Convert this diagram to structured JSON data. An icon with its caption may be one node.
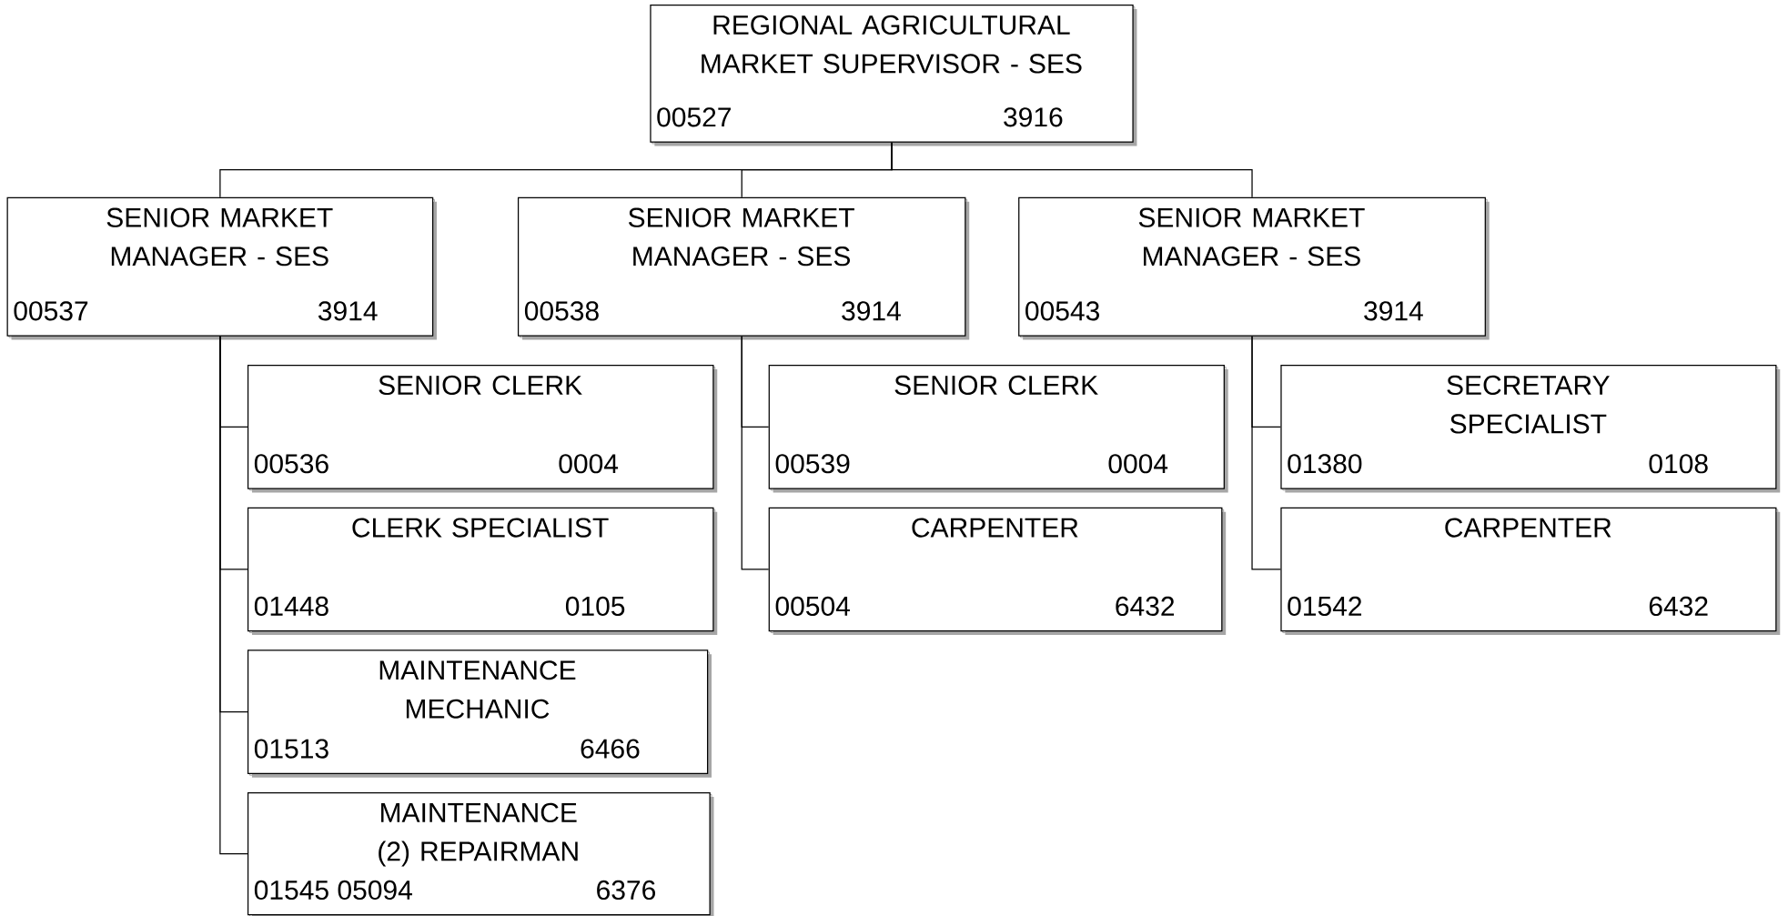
{
  "diagram": {
    "nodes": [
      {
        "text": [
          "REGIONAL AGRICULTURAL MARKET SUPERVISOR - SES",
          "00527",
          "3916"
        ]
      },
      {
        "text": [
          "SENIOR MARKET MANAGER - SES",
          "00537",
          "3914"
        ]
      },
      {
        "text": [
          "SENIOR MARKET MANAGER - SES",
          "00538",
          "3914"
        ]
      },
      {
        "text": [
          "SENIOR MARKET MANAGER - SES",
          "00543",
          "3914"
        ]
      },
      {
        "text": [
          "SENIOR CLERK",
          "00536",
          "0004"
        ]
      },
      {
        "text": [
          "CLERK SPECIALIST",
          "01448",
          "0105"
        ]
      },
      {
        "text": [
          "MAINTENANCE MECHANIC",
          "01513",
          "6466"
        ]
      },
      {
        "text": [
          "MAINTENANCE (2) REPAIRMAN",
          "01545 05094",
          "6376"
        ]
      },
      {
        "text": [
          "SENIOR CLERK",
          "00539",
          "0004"
        ]
      },
      {
        "text": [
          "CARPENTER",
          "00504",
          "6432"
        ]
      },
      {
        "text": [
          "SECRETARY SPECIALIST",
          "01380",
          "0108"
        ]
      },
      {
        "text": [
          "CARPENTER",
          "01542",
          "6432"
        ]
      }
    ],
    "edges": [
      {
        "from": 0,
        "to": 1,
        "arrow": "none"
      },
      {
        "from": 0,
        "to": 2,
        "arrow": "none"
      },
      {
        "from": 0,
        "to": 3,
        "arrow": "none"
      },
      {
        "from": 1,
        "to": 4,
        "arrow": "none"
      },
      {
        "from": 1,
        "to": 5,
        "arrow": "none"
      },
      {
        "from": 1,
        "to": 6,
        "arrow": "none"
      },
      {
        "from": 1,
        "to": 7,
        "arrow": "none"
      },
      {
        "from": 2,
        "to": 8,
        "arrow": "none"
      },
      {
        "from": 2,
        "to": 9,
        "arrow": "none"
      },
      {
        "from": 3,
        "to": 10,
        "arrow": "none"
      },
      {
        "from": 3,
        "to": 11,
        "arrow": "none"
      }
    ]
  }
}
